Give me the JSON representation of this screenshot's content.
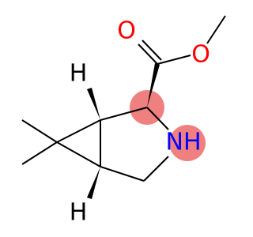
{
  "molecule": {
    "atoms": {
      "o_carbonyl": "O",
      "o_ester": "O",
      "n_amine": "NH",
      "h_top": "H",
      "h_bottom": "H"
    },
    "colors": {
      "oxygen": "#ff0000",
      "nitrogen": "#0000ff",
      "carbon_bond": "#000000",
      "highlight": "#f08080"
    }
  }
}
